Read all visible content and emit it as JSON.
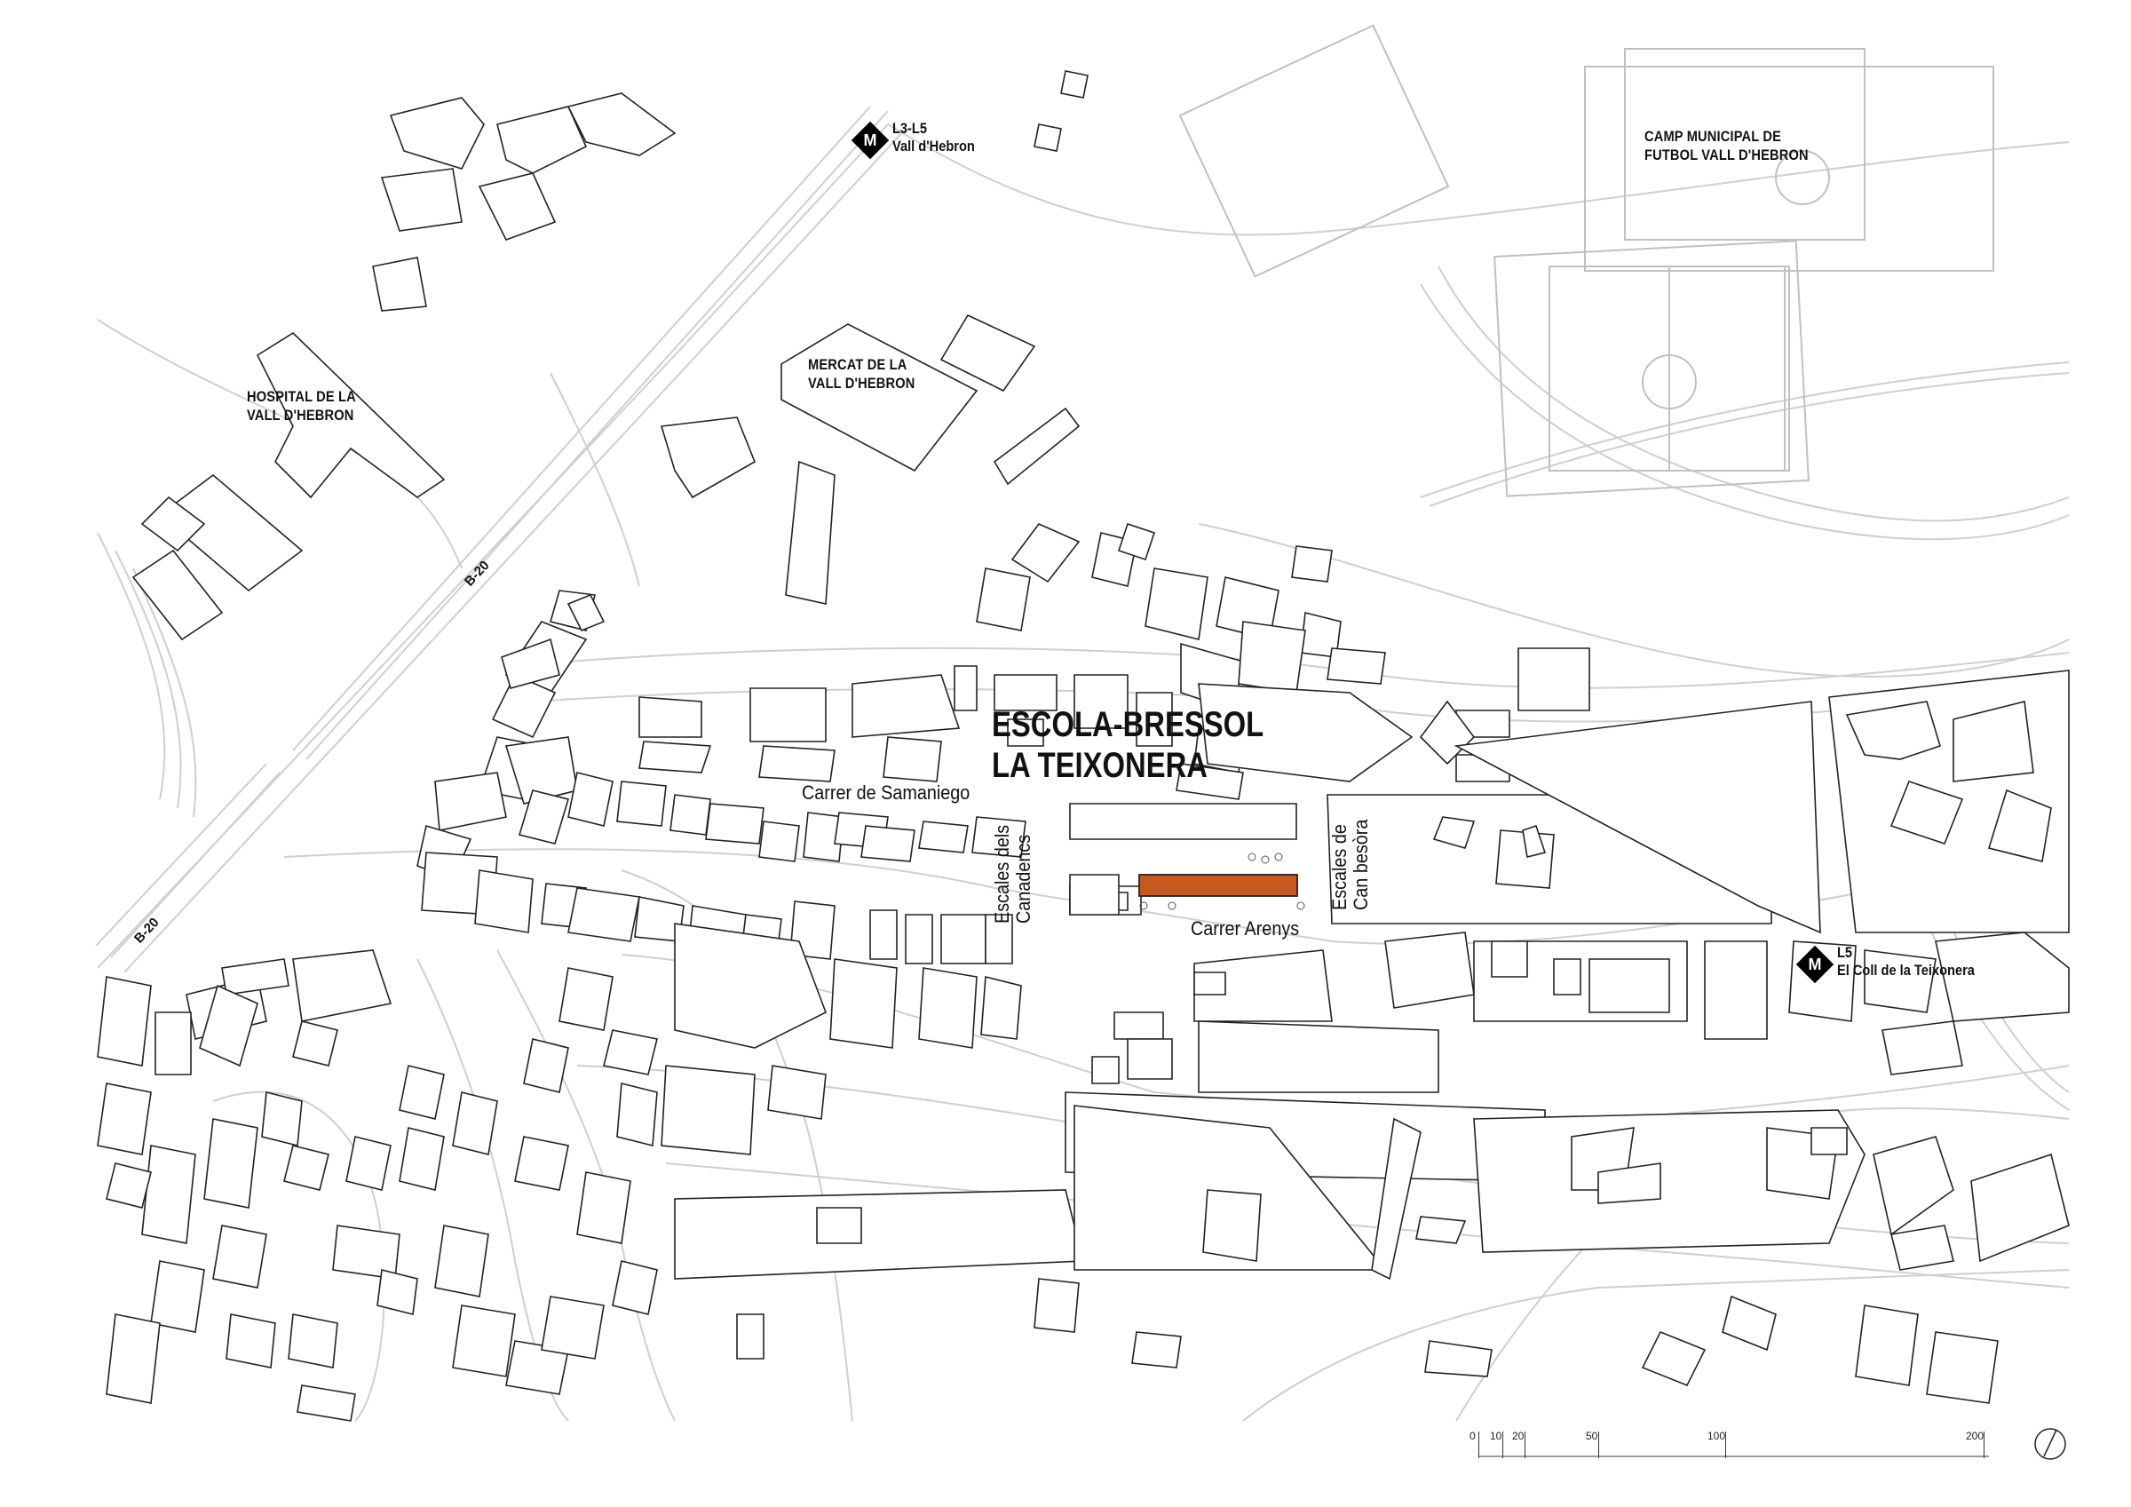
{
  "labels": {
    "metro_north_line": "L3-L5",
    "metro_north_name": "Vall d'Hebron",
    "metro_east_line": "L5",
    "metro_east_name": "El Coll de la Teixonera",
    "metro_symbol": "M",
    "camp_line1": "CAMP MUNICIPAL DE",
    "camp_line2": "FUTBOL VALL D'HEBRON",
    "hospital_line1": "HOSPITAL DE LA",
    "hospital_line2": "VALL D'HEBRON",
    "mercat_line1": "MERCAT DE LA",
    "mercat_line2": "VALL D'HEBRON",
    "road_north": "B-20",
    "road_south": "B-20",
    "title_line1": "ESCOLA-BRESSOL",
    "title_line2": "LA TEIXONERA",
    "street_samaniego": "Carrer de Samaniego",
    "escales_canadencs_line1": "Escales dels",
    "escales_canadencs_line2": "Canadencs",
    "escales_canbesora_line1": "Escales de",
    "escales_canbesora_line2": "Can besòra",
    "street_arenys": "Carrer Arenys"
  },
  "scale_bar": {
    "ticks": [
      "0",
      "10",
      "20",
      "50",
      "100",
      "200"
    ]
  },
  "colors": {
    "site_fill": "#c8581d",
    "building_stroke": "#222222",
    "background_lines": "#cfcfcf"
  },
  "icons": {
    "north_arrow": "north-arrow-icon",
    "metro": "metro-station-icon"
  }
}
